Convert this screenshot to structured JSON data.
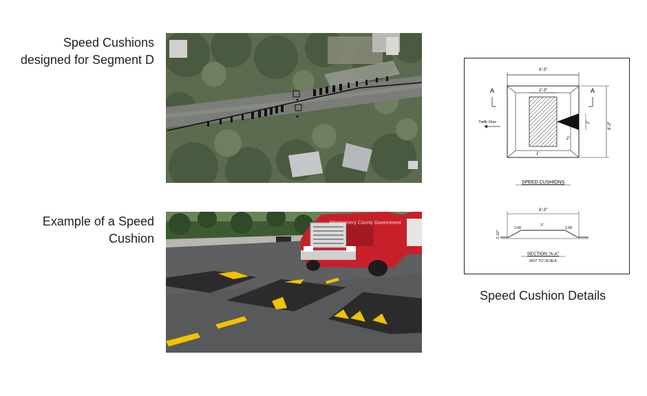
{
  "slide": {
    "aerial_caption": [
      "Speed Cushions",
      "designed for Segment D"
    ],
    "example_caption": [
      "Example of a Speed",
      "Cushion"
    ],
    "details_caption": "Speed Cushion Details"
  },
  "photo": {
    "watermark": "Montgomery County Government"
  },
  "drawing": {
    "top_width_dim": "6'-3\"",
    "inner_width_dim": "2'-3\"",
    "section_marker": "A",
    "height_dim": "6'-3\"",
    "triangle_dim": "2'",
    "flare_dim": "2'",
    "bottom_dim": "1'",
    "traffic_flow_label": "Traffic Flow",
    "plan_title": "SPEED CUSHIONS",
    "section_width_dim": "6'-3\"",
    "section_left_height": "3 1/2\"",
    "section_slope_left": "1:08",
    "section_crown": "3\"",
    "section_slope_right": "1:08",
    "section_title": "SECTION \"A-A\"",
    "section_subtitle": "NOT TO SCALE"
  },
  "colors": {
    "cushion_rubber": "#2b2b2b",
    "marking_yellow": "#f2c200",
    "truck_red": "#c8202a",
    "asphalt": "#5d5f61",
    "tree_canopy": "#55664a"
  }
}
